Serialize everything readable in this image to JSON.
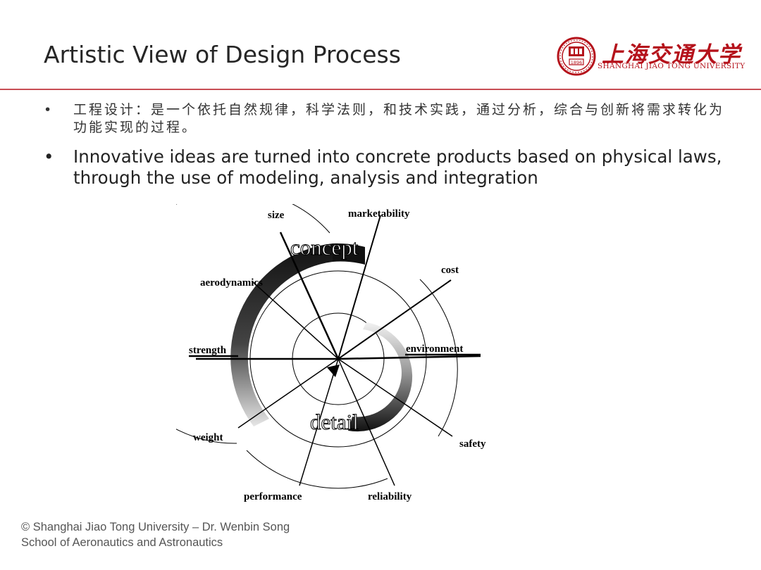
{
  "title": "Artistic View of Design Process",
  "logo": {
    "chinese": "上海交通大学",
    "english": "SHANGHAI JIAO TONG UNIVERSITY",
    "seal_year": "1896",
    "seal_icon": "university-seal-icon"
  },
  "bullets": [
    {
      "marker": "•",
      "text": "工程设计：是一个依托自然规律，科学法则，和技术实践，通过分析，综合与创新将需求转化为功能实现的过程。"
    },
    {
      "marker": "•",
      "text": "Innovative ideas are turned into concrete products based on physical laws, through the use of modeling, analysis and integration"
    }
  ],
  "diagram": {
    "spokes": [
      "size",
      "marketability",
      "cost",
      "environment",
      "safety",
      "reliability",
      "performance",
      "weight",
      "strength",
      "aerodynamics"
    ],
    "band_labels": {
      "outer": "concept",
      "inner": "detail"
    }
  },
  "footer": {
    "line1": "© Shanghai Jiao Tong University – Dr. Wenbin Song",
    "line2": "School of Aeronautics and Astronautics"
  },
  "colors": {
    "accent": "#b5121b",
    "text": "#222222"
  }
}
